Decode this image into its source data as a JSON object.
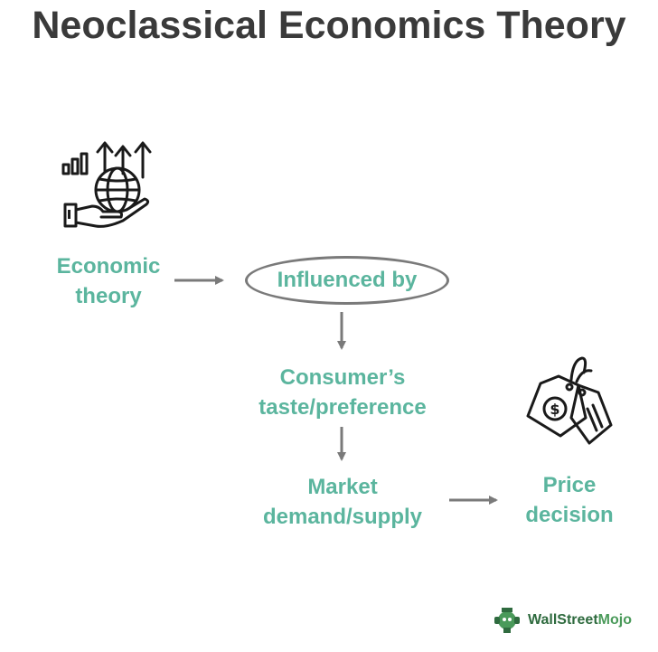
{
  "title": "Neoclassical Economics Theory",
  "nodes": {
    "economic_theory": {
      "line1": "Economic",
      "line2": "theory"
    },
    "influenced_by": {
      "label": "Influenced by"
    },
    "consumer": {
      "line1": "Consumer’s",
      "line2": "taste/preference"
    },
    "market": {
      "line1": "Market",
      "line2": "demand/supply"
    },
    "price": {
      "line1": "Price",
      "line2": "decision"
    }
  },
  "icons": {
    "economy": "globe-hand-growth-icon",
    "price": "price-tag-icon"
  },
  "logo": {
    "brand_main": "WallStreet",
    "brand_accent": "Mojo",
    "icon": "mojo-mascot-icon"
  },
  "colors": {
    "title": "#3a3a3a",
    "node_text": "#5bb59e",
    "arrow": "#7a7a7a",
    "logo": "#2f6b3f"
  }
}
